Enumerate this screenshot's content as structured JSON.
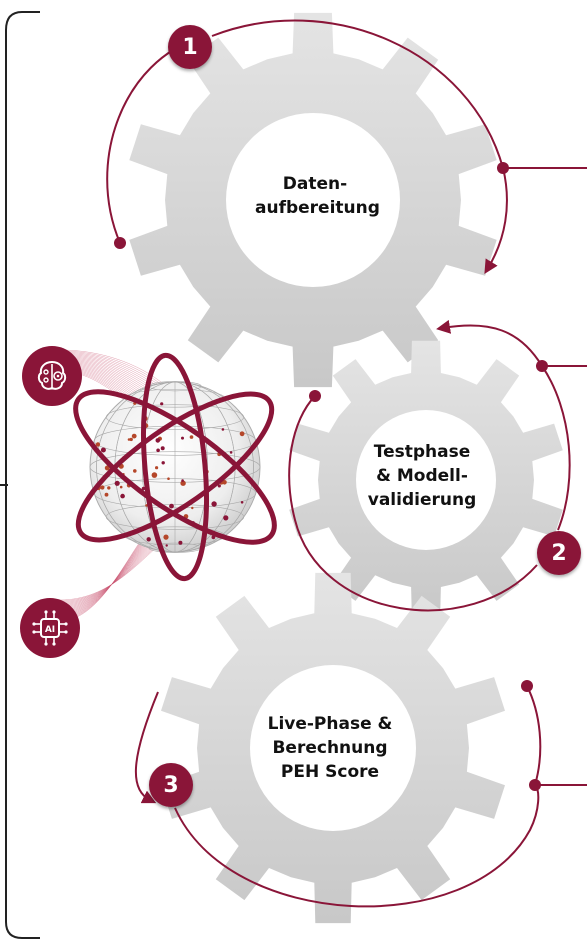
{
  "steps": [
    {
      "number": "1",
      "label": "Daten-\naufbereitung"
    },
    {
      "number": "2",
      "label": "Testphase\n& Modell-\nvalidierung"
    },
    {
      "number": "3",
      "label": "Live-Phase &\nBerechnung\nPEH Score"
    }
  ],
  "icons": [
    {
      "name": "brain-gear-icon"
    },
    {
      "name": "ai-chip-icon"
    }
  ],
  "colors": {
    "accent": "#8a1538",
    "gear": "#dcdcdc",
    "gear_dark": "#c9c9c9",
    "bracket": "#222222"
  }
}
